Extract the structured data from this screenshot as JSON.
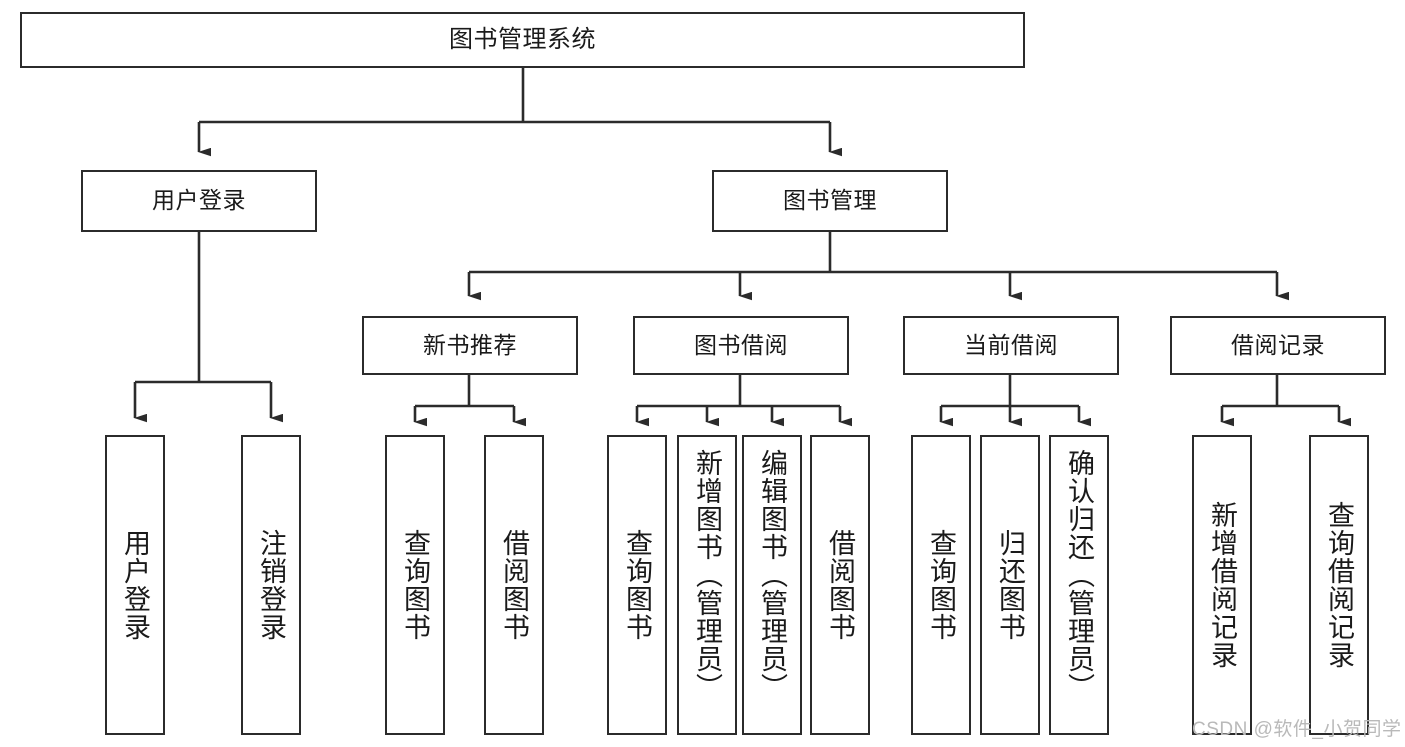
{
  "diagram": {
    "type": "tree-hierarchy-flowchart",
    "title": "图书管理系统",
    "stroke_color": "#2b2b2b",
    "fill_color": "#ffffff",
    "text_color": "#1a1a1a",
    "root": {
      "id": "root",
      "label": "图书管理系统",
      "orientation": "horizontal"
    },
    "level2": [
      {
        "id": "user-login",
        "label": "用户登录",
        "orientation": "horizontal"
      },
      {
        "id": "book-manage",
        "label": "图书管理",
        "orientation": "horizontal"
      }
    ],
    "level3": [
      {
        "id": "new-book-rec",
        "label": "新书推荐",
        "orientation": "horizontal"
      },
      {
        "id": "book-borrow",
        "label": "图书借阅",
        "orientation": "horizontal"
      },
      {
        "id": "current-borrow",
        "label": "当前借阅",
        "orientation": "horizontal"
      },
      {
        "id": "borrow-record",
        "label": "借阅记录",
        "orientation": "horizontal"
      }
    ],
    "leaves": [
      {
        "id": "leaf-user-login",
        "label": "用户登录",
        "parent": "user-login",
        "orientation": "vertical"
      },
      {
        "id": "leaf-user-logout",
        "label": "注销登录",
        "parent": "user-login",
        "orientation": "vertical"
      },
      {
        "id": "leaf-query-book-1",
        "label": "查询图书",
        "parent": "new-book-rec",
        "orientation": "vertical"
      },
      {
        "id": "leaf-borrow-book-1",
        "label": "借阅图书",
        "parent": "new-book-rec",
        "orientation": "vertical"
      },
      {
        "id": "leaf-query-book-2",
        "label": "查询图书",
        "parent": "book-borrow",
        "orientation": "vertical"
      },
      {
        "id": "leaf-add-book",
        "label": "新增图书（管理员）",
        "parent": "book-borrow",
        "orientation": "vertical"
      },
      {
        "id": "leaf-edit-book",
        "label": "编辑图书（管理员）",
        "parent": "book-borrow",
        "orientation": "vertical"
      },
      {
        "id": "leaf-borrow-book-2",
        "label": "借阅图书",
        "parent": "book-borrow",
        "orientation": "vertical"
      },
      {
        "id": "leaf-query-book-3",
        "label": "查询图书",
        "parent": "current-borrow",
        "orientation": "vertical"
      },
      {
        "id": "leaf-return-book",
        "label": "归还图书",
        "parent": "current-borrow",
        "orientation": "vertical"
      },
      {
        "id": "leaf-confirm-return",
        "label": "确认归还（管理员）",
        "parent": "current-borrow",
        "orientation": "vertical"
      },
      {
        "id": "leaf-add-record",
        "label": "新增借阅记录",
        "parent": "borrow-record",
        "orientation": "vertical"
      },
      {
        "id": "leaf-query-record",
        "label": "查询借阅记录",
        "parent": "borrow-record",
        "orientation": "vertical"
      }
    ]
  },
  "watermark": {
    "text": "CSDN @软件_小贺同学",
    "color": "#b9b9b9"
  }
}
